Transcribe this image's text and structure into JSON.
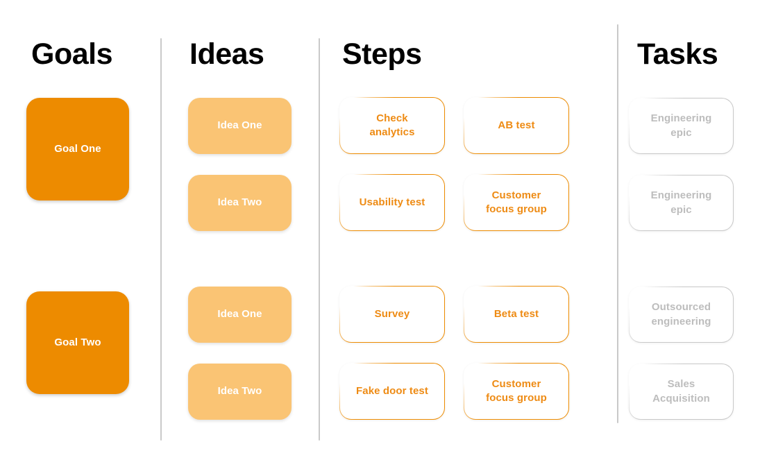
{
  "board": {
    "background": "#ffffff",
    "divider_color": "#c9c9c9",
    "accent_orange": "#ed8b00",
    "accent_orange_light": "#fac474",
    "accent_orange_text": "#ee8b14",
    "task_grey": "#bdbdbd"
  },
  "columns": {
    "goals": {
      "title": "Goals"
    },
    "ideas": {
      "title": "Ideas"
    },
    "steps": {
      "title": "Steps"
    },
    "tasks": {
      "title": "Tasks"
    }
  },
  "cards": {
    "goals": [
      {
        "label": "Goal One"
      },
      {
        "label": "Goal Two"
      }
    ],
    "ideas": [
      {
        "label": "Idea One"
      },
      {
        "label": "Idea Two"
      },
      {
        "label": "Idea One"
      },
      {
        "label": "Idea Two"
      }
    ],
    "steps": [
      {
        "label": "Check\nanalytics"
      },
      {
        "label": "AB test"
      },
      {
        "label": "Usability test"
      },
      {
        "label": "Customer\nfocus group"
      },
      {
        "label": "Survey"
      },
      {
        "label": "Beta test"
      },
      {
        "label": "Fake door test"
      },
      {
        "label": "Customer\nfocus group"
      }
    ],
    "tasks": [
      {
        "label": "Engineering\nepic"
      },
      {
        "label": "Engineering\nepic"
      },
      {
        "label": "Outsourced\nengineering"
      },
      {
        "label": "Sales\nAcquisition"
      }
    ]
  }
}
